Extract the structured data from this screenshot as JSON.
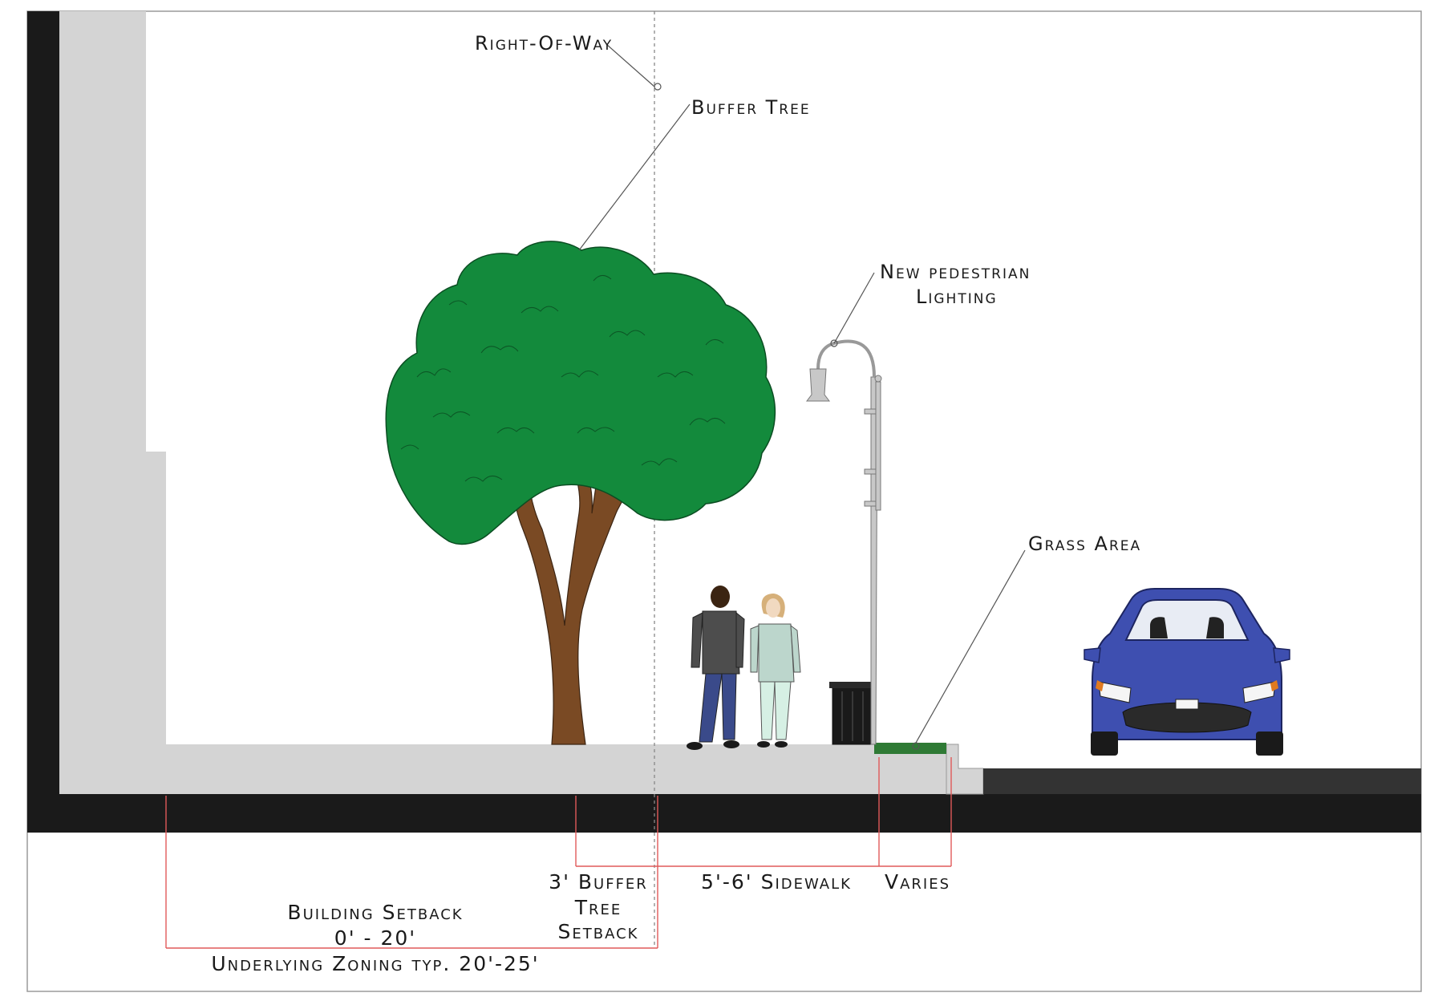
{
  "labels": {
    "right_of_way": "Right-Of-Way",
    "buffer_tree": "Buffer Tree",
    "new_pedestrian_lighting_line1": "New pedestrian",
    "new_pedestrian_lighting_line2": "Lighting",
    "grass_area": "Grass Area"
  },
  "dimensions": {
    "buffer_tree_setback_line1": "3' Buffer",
    "buffer_tree_setback_line2": "Tree",
    "buffer_tree_setback_line3": "Setback",
    "sidewalk": "5'-6' Sidewalk",
    "varies": "Varies",
    "building_setback_line1": "Building Setback",
    "building_setback_line2": "0' - 20'",
    "underlying_zoning": "Underlying Zoning typ. 20'-25'"
  },
  "colors": {
    "background": "#ffffff",
    "ground": "#1a1a1a",
    "building": "#d4d4d4",
    "sidewalk": "#d4d4d4",
    "road": "#333333",
    "tree_canopy": "#138a3c",
    "tree_trunk": "#7a4a24",
    "grass": "#2f7a35",
    "lamp": "#c8c8c8",
    "car": "#3e4fb0",
    "dimension_line": "#e05a5a"
  }
}
